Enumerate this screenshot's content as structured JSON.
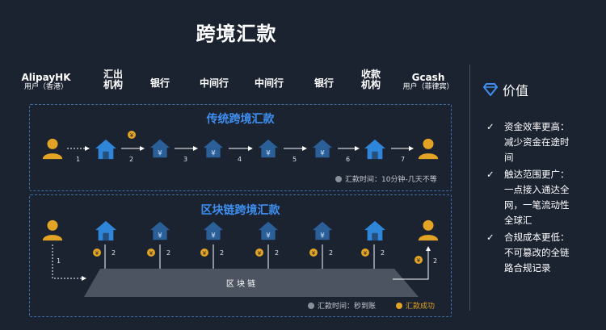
{
  "title": "跨境汇款",
  "columns": [
    {
      "main": "AlipayHK",
      "sub": "用户（香港）"
    },
    {
      "main": "汇出\n机构",
      "sub": ""
    },
    {
      "main": "银行",
      "sub": ""
    },
    {
      "main": "中间行",
      "sub": ""
    },
    {
      "main": "中间行",
      "sub": ""
    },
    {
      "main": "银行",
      "sub": ""
    },
    {
      "main": "收款\n机构",
      "sub": ""
    },
    {
      "main": "Gcash",
      "sub": "用户（菲律宾）"
    }
  ],
  "traditional": {
    "title": "传统跨境汇款",
    "steps": [
      "1",
      "2",
      "3",
      "4",
      "5",
      "6",
      "7"
    ],
    "time_note": "汇款时间：10分钟-几天不等"
  },
  "blockchain": {
    "title": "区块链跨境汇款",
    "platform_label": "区 块 链",
    "steps": [
      "1",
      "2",
      "2",
      "2",
      "2",
      "2",
      "2",
      "2"
    ],
    "time_note": "汇款时间：秒到账",
    "success_note": "汇款成功"
  },
  "value_panel": {
    "title": "价值",
    "items": [
      [
        "资金效率更高：",
        "减少资金在途时",
        "间"
      ],
      [
        "触达范围更广：",
        "一点接入通达全",
        "网，一笔流动性",
        "全球汇"
      ],
      [
        "合规成本更低：",
        "不可篡改的全链",
        "路合规记录"
      ]
    ],
    "check": "✓"
  },
  "coin_symbol": "¥",
  "colors": {
    "accent": "#3e8ff0",
    "house_light": "#2f86d9",
    "house_dark": "#1f4f86",
    "person": "#e3a324",
    "coin": "#e3a324"
  }
}
